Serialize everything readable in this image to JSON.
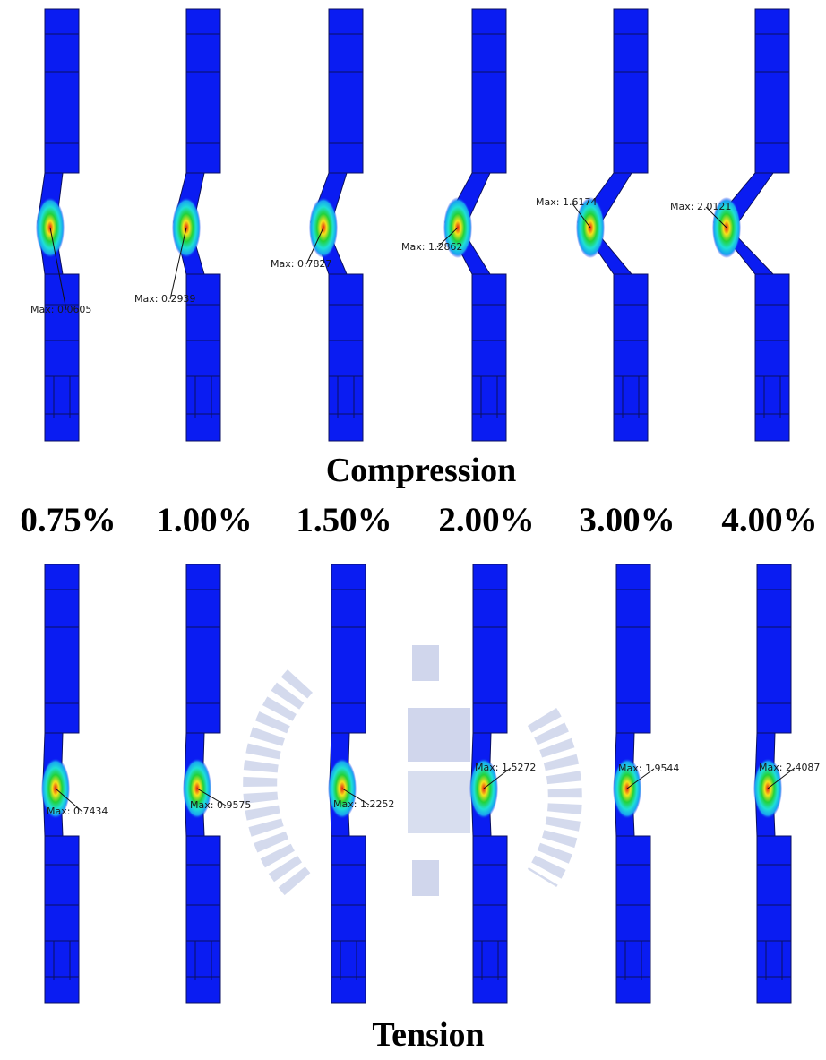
{
  "titles": {
    "compression": "Compression",
    "tension": "Tension"
  },
  "strain_levels": [
    "0.75%",
    "1.00%",
    "1.50%",
    "2.00%",
    "3.00%",
    "4.00%"
  ],
  "compression_max_labels": [
    "Max: 0.0605",
    "Max: 0.2939",
    "Max: 0.7827",
    "Max: 1.2862",
    "Max: 1.6174",
    "Max: 2.0121"
  ],
  "tension_max_labels": [
    "Max: 0.7434",
    "Max: 0.9575",
    "Max: 1.2252",
    "Max: 1.5272",
    "Max: 1.9544",
    "Max: 2.4087"
  ],
  "colors": {
    "specimen_blue": "#0a1cf2",
    "mesh_line": "#0b1060",
    "contour_light_blue": "#19a3f0",
    "contour_cyan": "#1fe0d6",
    "contour_green": "#22d23a",
    "contour_yellow": "#f6e21a",
    "contour_red": "#e41d12",
    "watermark": "#a9b5dc"
  }
}
